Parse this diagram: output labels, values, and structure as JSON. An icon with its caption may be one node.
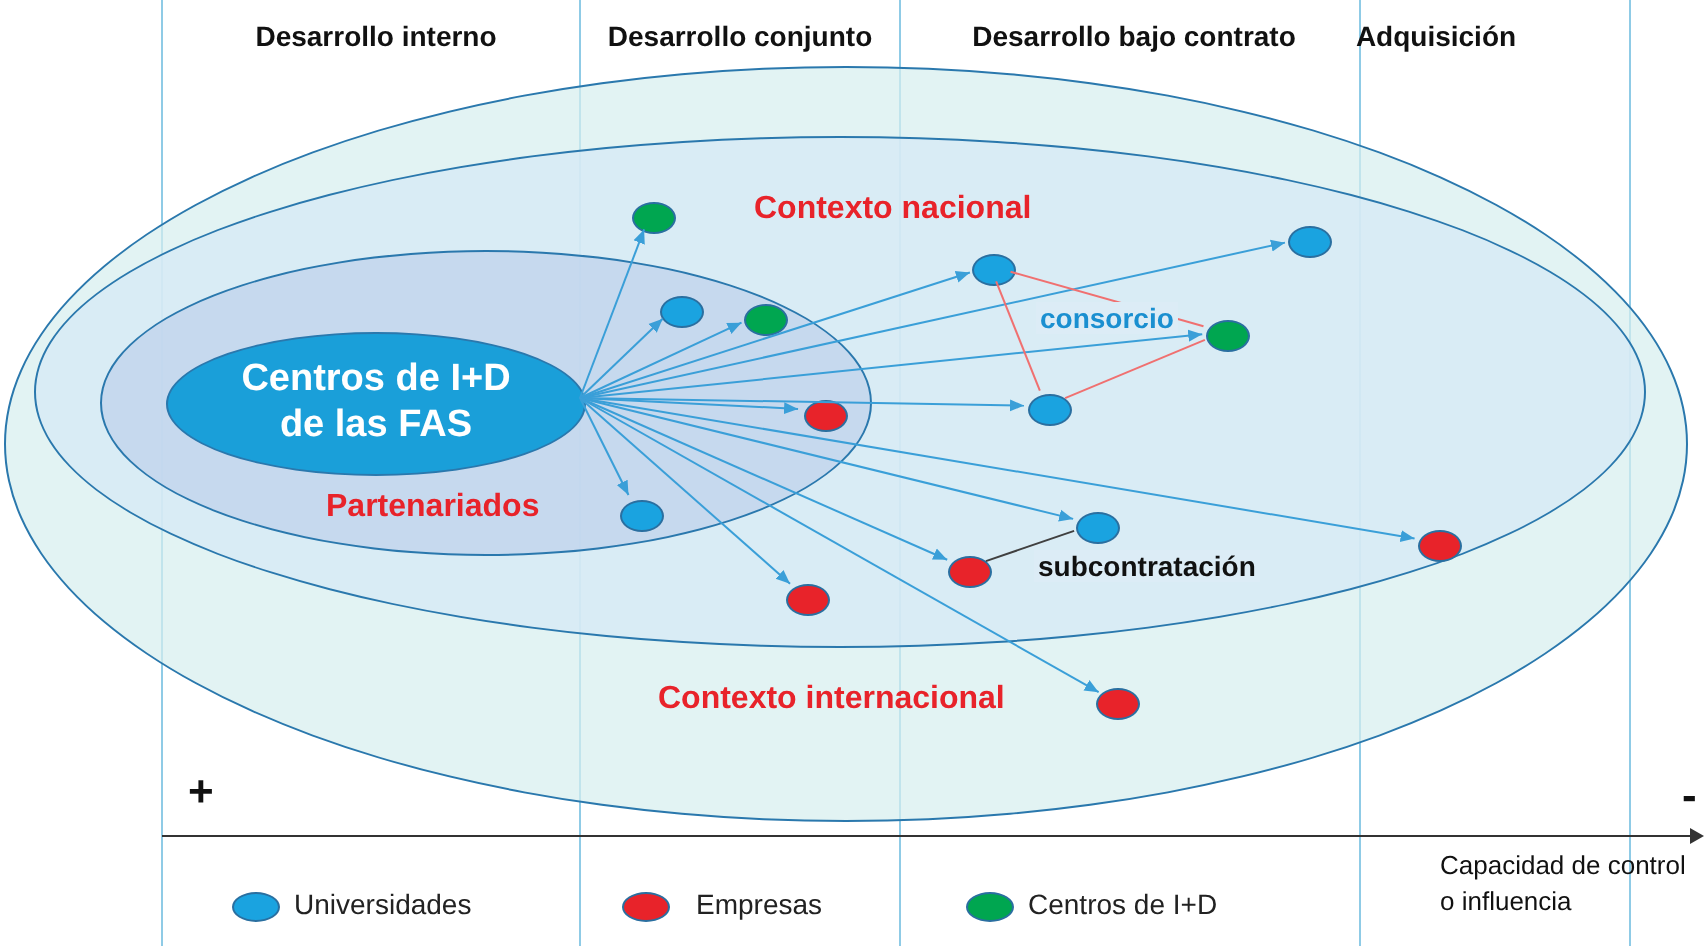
{
  "diagram": {
    "nodes": [
      {
        "text": [
          "Contexto internacional"
        ]
      },
      {
        "text": [
          "Contexto nacional"
        ],
        "in": 0
      },
      {
        "text": [
          "Partenariados"
        ],
        "in": 1
      },
      {
        "text": [
          "Centros de I+D de las FAS"
        ],
        "in": 2
      },
      {
        "text": [],
        "shape": "circle",
        "in": 1
      },
      {
        "text": [],
        "shape": "circle",
        "in": 1
      },
      {
        "text": [],
        "shape": "circle",
        "in": 1
      },
      {
        "text": [],
        "shape": "circle",
        "in": 2
      },
      {
        "text": [],
        "shape": "circle",
        "in": 2
      },
      {
        "text": [],
        "shape": "circle",
        "in": 1
      },
      {
        "text": [],
        "shape": "circle",
        "in": 1
      },
      {
        "text": [],
        "shape": "circle",
        "in": 2
      },
      {
        "text": [],
        "shape": "circle",
        "in": 2
      },
      {
        "text": [],
        "shape": "circle",
        "in": 1
      },
      {
        "text": [],
        "shape": "circle",
        "in": 1
      },
      {
        "text": [],
        "shape": "circle",
        "in": 1
      },
      {
        "text": [],
        "shape": "circle",
        "in": 1
      },
      {
        "text": [],
        "shape": "circle",
        "in": 0
      }
    ],
    "edges": [
      {
        "from": 3,
        "to": 4,
        "arrow": "to"
      },
      {
        "from": 3,
        "to": 5,
        "arrow": "to"
      },
      {
        "from": 3,
        "to": 6,
        "arrow": "to"
      },
      {
        "from": 3,
        "to": 7,
        "arrow": "to"
      },
      {
        "from": 3,
        "to": 8,
        "arrow": "to"
      },
      {
        "from": 3,
        "to": 9,
        "arrow": "to"
      },
      {
        "from": 3,
        "to": 10,
        "arrow": "to"
      },
      {
        "from": 3,
        "to": 11,
        "arrow": "to"
      },
      {
        "from": 3,
        "to": 12,
        "arrow": "to"
      },
      {
        "from": 3,
        "to": 13,
        "arrow": "to"
      },
      {
        "from": 3,
        "to": 14,
        "arrow": "to"
      },
      {
        "from": 3,
        "to": 15,
        "arrow": "to"
      },
      {
        "from": 3,
        "to": 16,
        "arrow": "to"
      },
      {
        "from": 3,
        "to": 17,
        "arrow": "to"
      },
      {
        "from": 6,
        "to": 9,
        "arrow": "none",
        "color": "#f07070"
      },
      {
        "from": 6,
        "to": 10,
        "arrow": "none",
        "color": "#f07070"
      },
      {
        "from": 10,
        "to": 9,
        "arrow": "none",
        "color": "#f07070"
      },
      {
        "from": 15,
        "to": 13,
        "arrow": "none",
        "color": "#404040",
        "label": "subcontratación"
      }
    ],
    "labels": [
      "Desarrollo interno",
      "Desarrollo conjunto",
      "Desarrollo bajo contrato",
      "Adquisición",
      "consorcio",
      "+",
      "-",
      "Capacidad de control o influencia"
    ],
    "legend": [
      {
        "text": "Universidades",
        "color": "#1aa3e0"
      },
      {
        "text": "Empresas",
        "color": "#e8232a"
      },
      {
        "text": "Centros de I+D",
        "color": "#00a650"
      }
    ]
  }
}
